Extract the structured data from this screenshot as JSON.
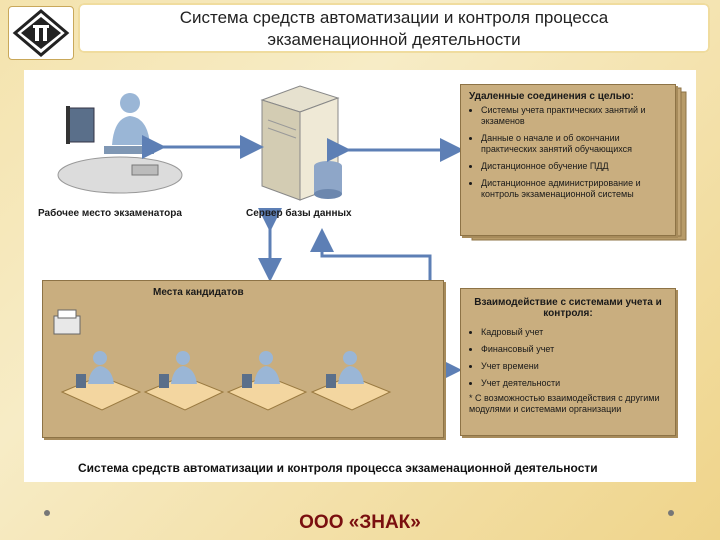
{
  "header": {
    "title_line1": "Система средств автоматизации и контроля процесса",
    "title_line2": "экзаменационной деятельности"
  },
  "diagram": {
    "examiner_label": "Рабочее место экзаменатора",
    "server_label": "Сервер базы данных",
    "remote": {
      "title": "Удаленные соединения с целью:",
      "items": [
        "Системы учета практических занятий и экзаменов",
        "Данные о начале и об окончании практических занятий обучающихся",
        "Дистанционное обучение ПДД",
        "Дистанционное администрирование и контроль экзаменационной системы"
      ]
    },
    "candidates_label": "Места кандидатов",
    "interaction": {
      "title": "Взаимодействие с системами учета и контроля:",
      "items": [
        "Кадровый учет",
        "Финансовый учет",
        "Учет времени",
        "Учет деятельности"
      ],
      "note": "* С возможностью взаимодействия с другими модулями и системами организации"
    },
    "caption": "Система средств автоматизации и контроля процесса экзаменационной деятельности"
  },
  "footer": {
    "company": "ООО «ЗНАК»"
  },
  "colors": {
    "accent": "#7a0f0f",
    "box": "#c9ae7f",
    "arrow": "#5d7fb5"
  }
}
